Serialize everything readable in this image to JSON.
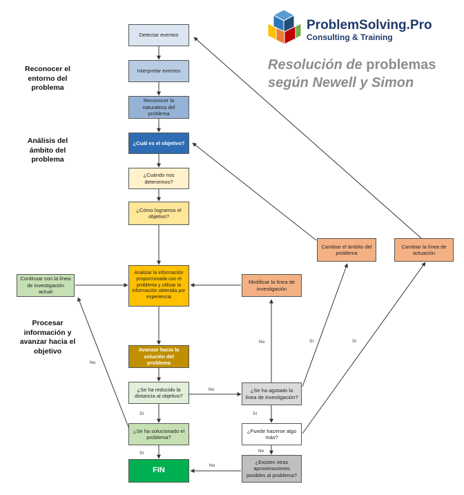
{
  "brand": {
    "name": "ProblemSolving.Pro",
    "subtitle": "Consulting & Training"
  },
  "title": {
    "line1_italic": "Resolución de",
    "line1_rest": " problemas",
    "line2": "según Newell y Simon"
  },
  "sections": {
    "reconocer": "Reconocer el entorno del problema",
    "analisis": "Análisis del ámbito del problema",
    "procesar": "Procesar información y avanzar hacia el objetivo"
  },
  "nodes": {
    "detectar": "Detectar eventos",
    "interpretar": "Interpretar eventos",
    "reconocer": "Reconocer la naturaleza del problema",
    "objetivo": "¿Cuál es el objetivo?",
    "cuando": "¿Cuándo nos detenemos?",
    "como": "¿Cómo logramos el objetivo?",
    "analizar": "Analizar la información proporcionada con el problema y utilizar la información obtenida por experiencia",
    "avanzar": "Avanzar hacia la solución del problema",
    "reducido": "¿Se ha reducido la distancia al objetivo?",
    "solucionado": "¿Se ha solucionado el problema?",
    "fin": "FIN",
    "continuar": "Continuar con la línea de investigación actual",
    "modificar": "Modificar la línea de investigación",
    "agotado": "¿Se ha agotado la línea de investigación?",
    "puede": "¿Puede hacerse algo más?",
    "existen": "¿Existen otras aproximaciones posibles al problema?",
    "cambiar_ambito": "Cambiar el ámbito del problema",
    "cambiar_linea": "Cambiar la línea de actuación"
  },
  "edge_labels": {
    "no_reducido": "No",
    "si_reducido": "Sí",
    "no_solucionado": "No",
    "si_solucionado": "Sí",
    "no_agotado": "No",
    "si_agotado": "Sí",
    "no_puede": "No",
    "si_puede": "Sí",
    "no_existen": "No"
  },
  "colors": {
    "light_blue": "#dce6f2",
    "mid_blue": "#95b3d7",
    "dark_blue": "#2e6db4",
    "light_yellow": "#fff2cc",
    "yellow": "#ffe699",
    "amber": "#ffc000",
    "dark_gold": "#bf8f00",
    "light_green": "#e2efda",
    "green": "#c6e0b4",
    "fin_green": "#00b050",
    "salmon": "#f4b183",
    "light_gray": "#d9d9d9",
    "gray": "#bfbfbf"
  }
}
